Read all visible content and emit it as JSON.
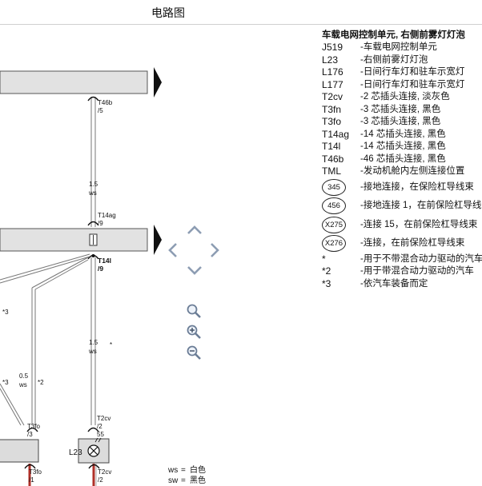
{
  "header": {
    "title": "电路图"
  },
  "legend": {
    "title": "车载电网控制单元, 右侧前雾灯灯泡",
    "items": [
      {
        "code": "J519",
        "desc": "-车载电网控制单元"
      },
      {
        "code": "L23",
        "desc": "-右侧前雾灯灯泡"
      },
      {
        "code": "L176",
        "desc": "-日间行车灯和驻车示宽灯"
      },
      {
        "code": "L177",
        "desc": "-日间行车灯和驻车示宽灯"
      },
      {
        "code": "T2cv",
        "desc": "-2 芯插头连接, 淡灰色"
      },
      {
        "code": "T3fn",
        "desc": "-3 芯插头连接, 黑色"
      },
      {
        "code": "T3fo",
        "desc": "-3 芯插头连接, 黑色"
      },
      {
        "code": "T14ag",
        "desc": "-14 芯插头连接, 黑色"
      },
      {
        "code": "T14l",
        "desc": "-14 芯插头连接, 黑色"
      },
      {
        "code": "T46b",
        "desc": "-46 芯插头连接, 黑色"
      },
      {
        "code": "TML",
        "desc": "-发动机舱内左侧连接位置"
      }
    ],
    "grounds": [
      {
        "code": "345",
        "desc": "-接地连接，在保险杠导线束"
      },
      {
        "code": "456",
        "desc": "-接地连接 1，在前保险杠导线"
      },
      {
        "code": "X275",
        "desc": "-连接 15，在前保险杠导线束"
      },
      {
        "code": "X276",
        "desc": "-连接，在前保险杠导线束"
      }
    ],
    "notes": [
      {
        "code": "*",
        "desc": "-用于不带混合动力驱动的汽车"
      },
      {
        "code": "*2",
        "desc": "-用于带混合动力驱动的汽车"
      },
      {
        "code": "*3",
        "desc": "-依汽车装备而定"
      }
    ]
  },
  "diagram": {
    "connectors": {
      "t46b": "T46b",
      "t46b_pin": "/5",
      "t14ag": "T14ag",
      "t14ag_pin": "/9",
      "t14l": "T14l",
      "t14l_pin": "/9",
      "t3fo_top": "T3fo",
      "t3fo_top_pin": "/3",
      "t3fo_bot": "T3fo",
      "t3fo_bot_pin": "/1",
      "t2cv_top": "T2cv",
      "t2cv_top_pin": "/2",
      "t2cv_bot": "T2cv",
      "t2cv_bot_pin": "/2",
      "pin_55": "55",
      "lamp": "L23"
    },
    "wires": {
      "main_upper_size": "1.5",
      "main_upper_color": "ws",
      "main_lower_size": "1.5",
      "main_lower_color": "ws",
      "left_size": "0.5",
      "left_color": "ws"
    },
    "footnotes": {
      "star3_a": "*3",
      "star3_b": "*3",
      "star2": "*2",
      "star": "*"
    },
    "wire_color_key": [
      {
        "abbr": "ws",
        "name": "白色"
      },
      {
        "abbr": "sw",
        "name": "黑色"
      }
    ]
  },
  "controls": {
    "pan_up": "pan-up",
    "pan_down": "pan-down",
    "pan_left": "pan-left",
    "pan_right": "pan-right",
    "search": "magnifier",
    "zoom_in": "zoom-in",
    "zoom_out": "zoom-out"
  }
}
